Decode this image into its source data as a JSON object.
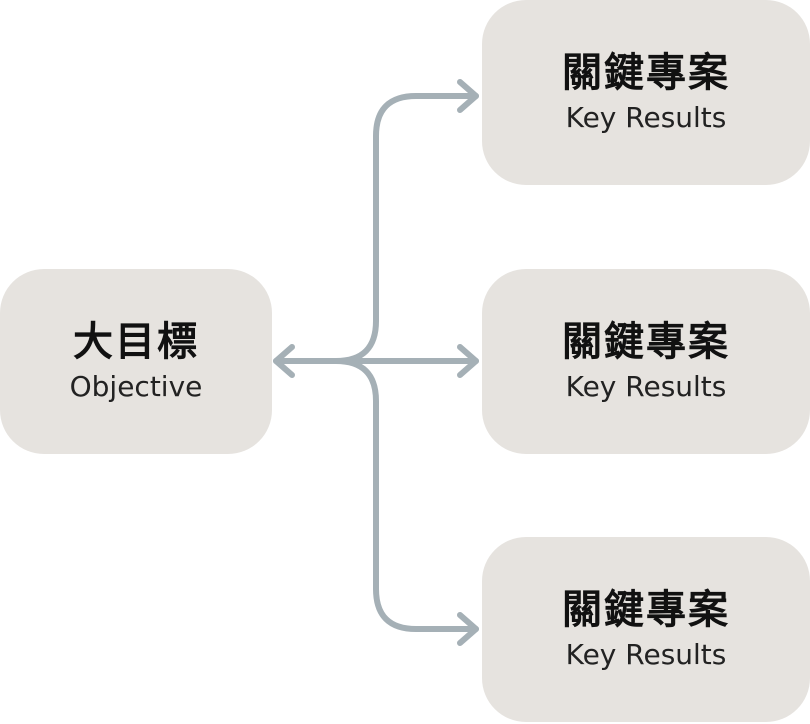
{
  "objective": {
    "title": "大目標",
    "subtitle": "Objective"
  },
  "key_results": [
    {
      "title": "關鍵專案",
      "subtitle": "Key Results"
    },
    {
      "title": "關鍵專案",
      "subtitle": "Key Results"
    },
    {
      "title": "關鍵專案",
      "subtitle": "Key Results"
    }
  ],
  "colors": {
    "node_fill": "#e6e3df",
    "connector": "#a5b0b6",
    "text": "#111111"
  }
}
